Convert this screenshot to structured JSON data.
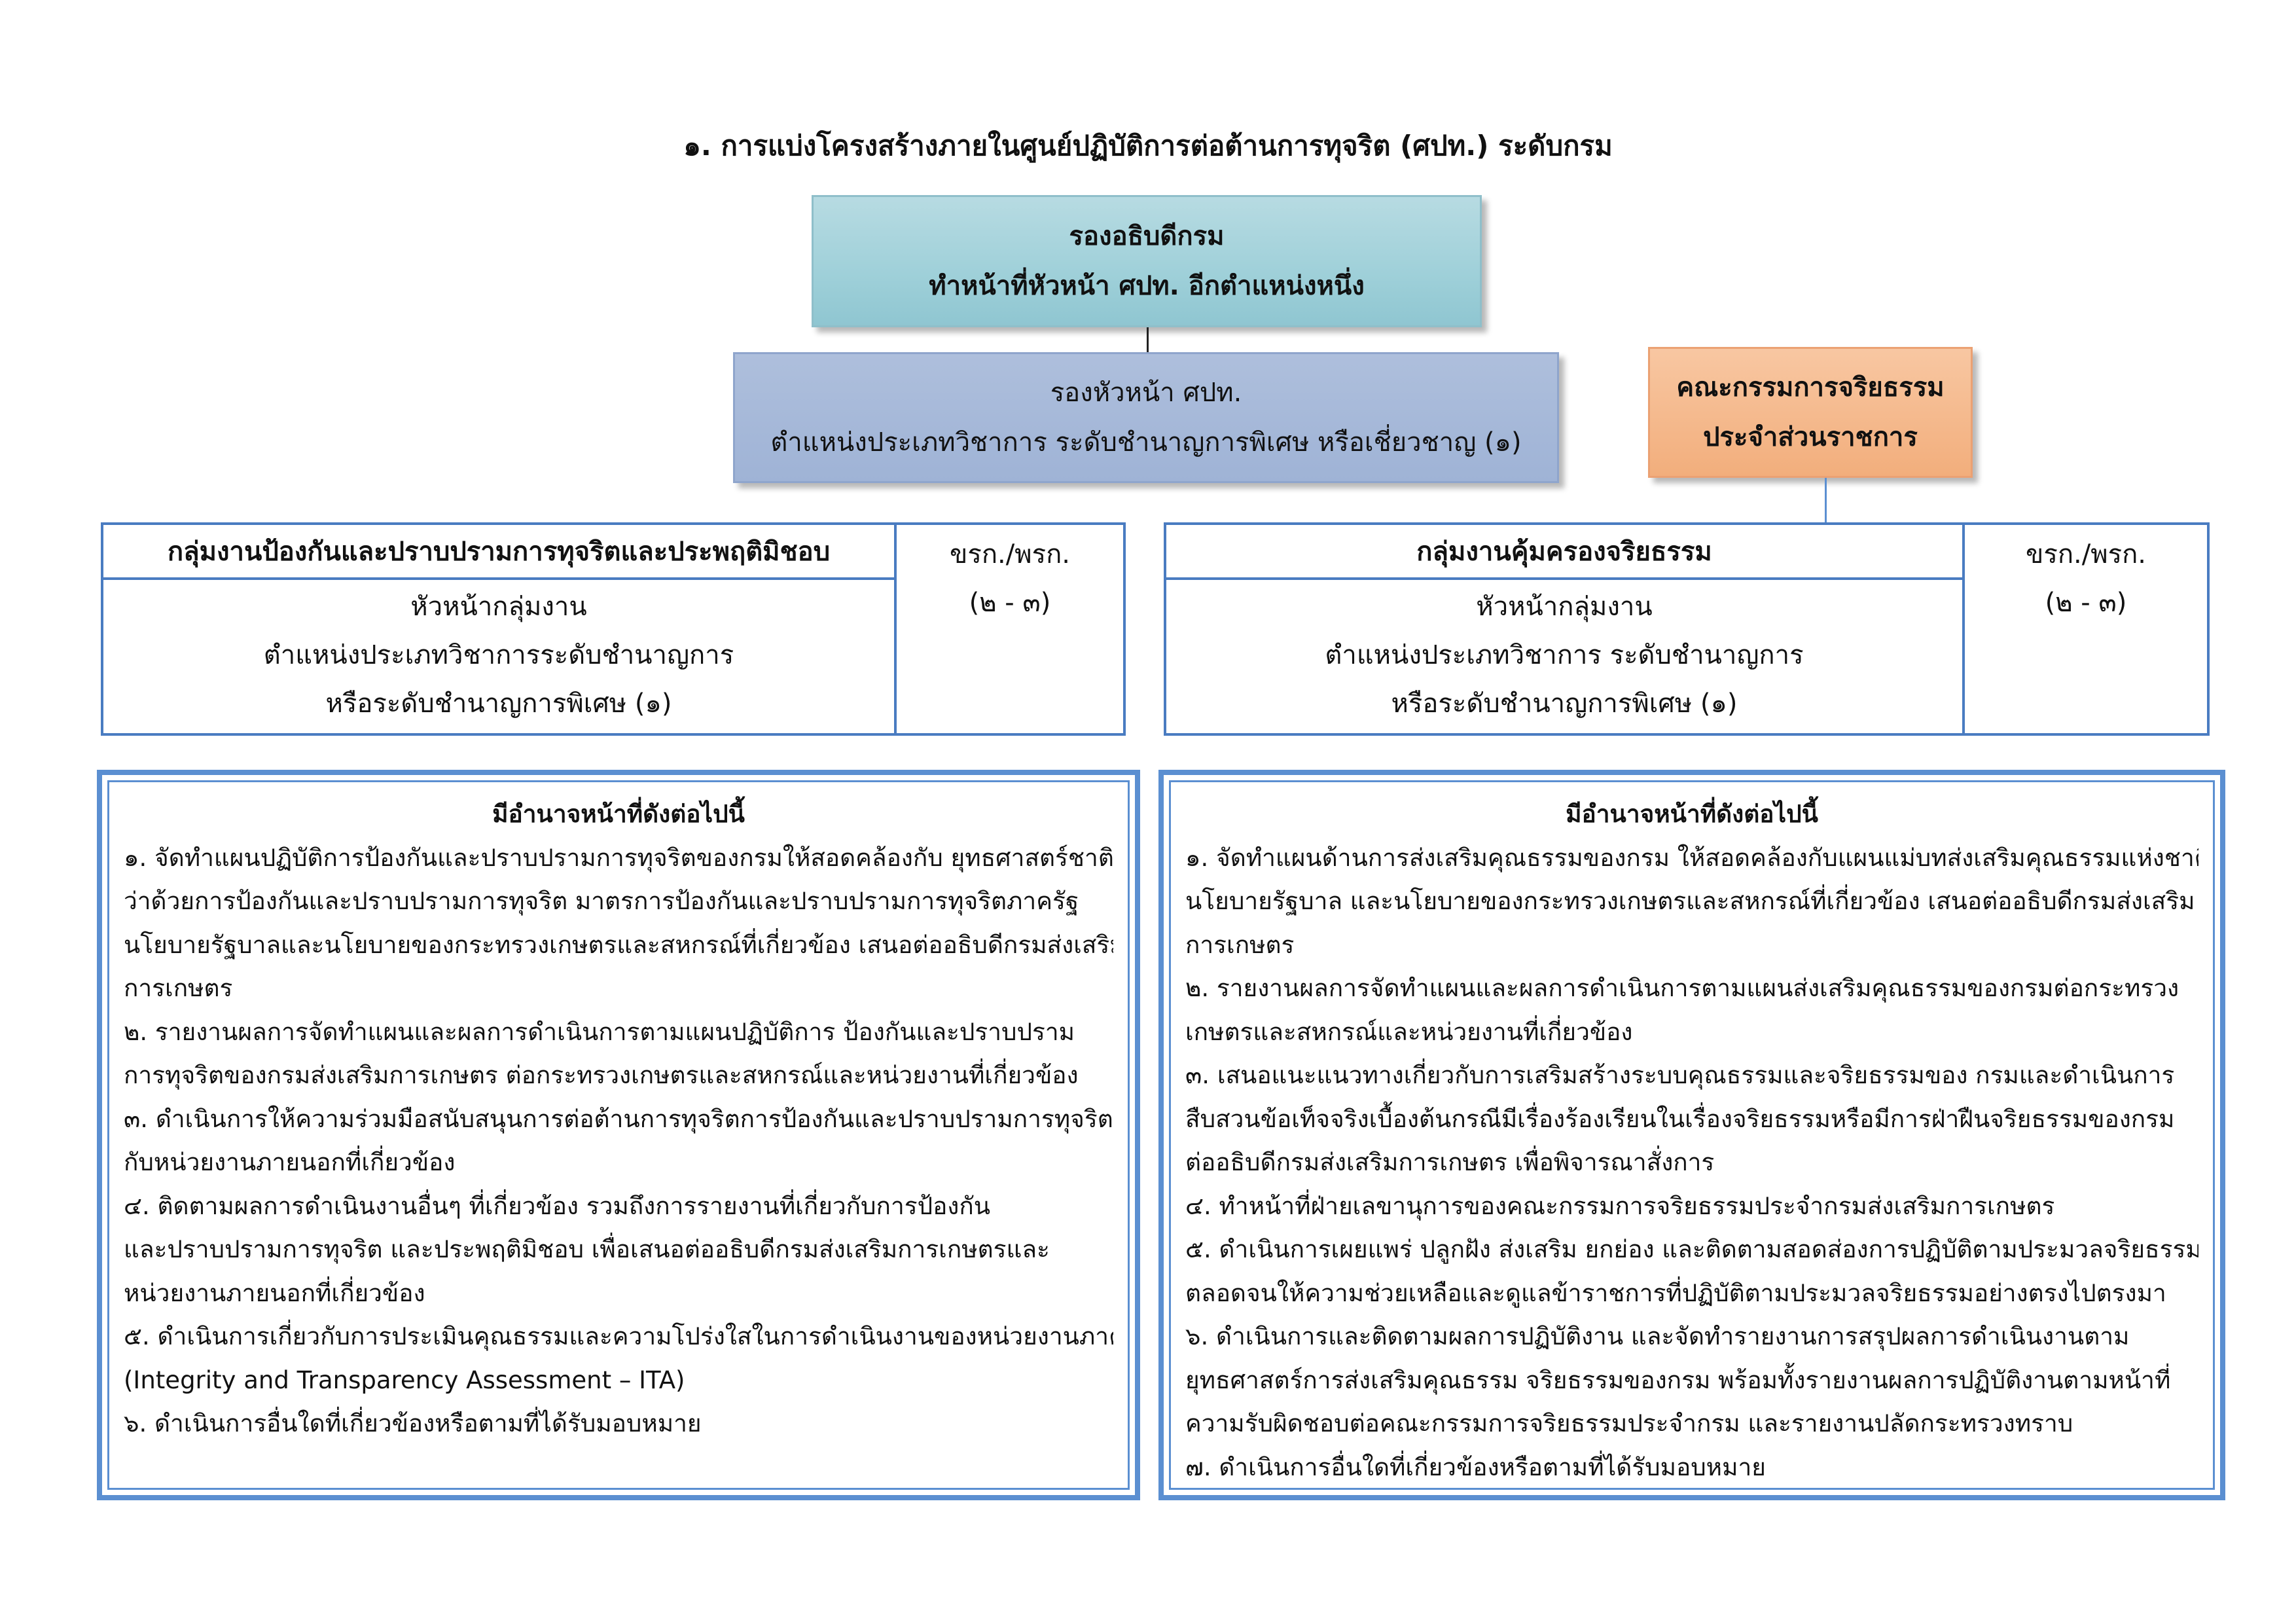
{
  "title": "๑. การแบ่งโครงสร้างภายในศูนย์ปฏิบัติการต่อต้านการทุจริต (ศปท.) ระดับกรม",
  "top_box": {
    "line1": "รองอธิบดีกรม",
    "line2": "ทำหน้าที่หัวหน้า ศปท. อีกตำแหน่งหนึ่ง"
  },
  "deputy_box": {
    "line1": "รองหัวหน้า ศปท.",
    "line2": "ตำแหน่งประเภทวิชาการ ระดับชำนาญการพิเศษ หรือเชี่ยวชาญ (๑)"
  },
  "committee_box": {
    "line1": "คณะกรรมการจริยธรรม",
    "line2": "ประจำส่วนราชการ"
  },
  "left_group": {
    "header": "กลุ่มงานป้องกันและปราบปรามการทุจริตและประพฤติมิชอบ",
    "side_label": "ขรก./พรก.",
    "side_count": "(๒ - ๓)",
    "line1": "หัวหน้ากลุ่มงาน",
    "line2": "ตำแหน่งประเภทวิชาการระดับชำนาญการ",
    "line3": "หรือระดับชำนาญการพิเศษ (๑)"
  },
  "right_group": {
    "header": "กลุ่มงานคุ้มครองจริยธรรม",
    "side_label": "ขรก./พรก.",
    "side_count": "(๒ - ๓)",
    "line1": "หัวหน้ากลุ่มงาน",
    "line2": "ตำแหน่งประเภทวิชาการ ระดับชำนาญการ",
    "line3": "หรือระดับชำนาญการพิเศษ (๑)"
  },
  "left_duties": {
    "heading": "มีอำนาจหน้าที่ดังต่อไปนี้",
    "lines": [
      "๑. จัดทำแผนปฏิบัติการป้องกันและปราบปรามการทุจริตของกรมให้สอดคล้องกับ ยุทธศาสตร์ชาติ",
      "ว่าด้วยการป้องกันและปราบปรามการทุจริต มาตรการป้องกันและปราบปรามการทุจริตภาครัฐ",
      "นโยบายรัฐบาลและนโยบายของกระทรวงเกษตรและสหกรณ์ที่เกี่ยวข้อง เสนอต่ออธิบดีกรมส่งเสริม",
      "การเกษตร",
      "๒. รายงานผลการจัดทำแผนและผลการดำเนินการตามแผนปฏิบัติการ ป้องกันและปราบปราม",
      "การทุจริตของกรมส่งเสริมการเกษตร ต่อกระทรวงเกษตรและสหกรณ์และหน่วยงานที่เกี่ยวข้อง",
      "๓. ดำเนินการให้ความร่วมมือสนับสนุนการต่อต้านการทุจริตการป้องกันและปราบปรามการทุจริต",
      "กับหน่วยงานภายนอกที่เกี่ยวข้อง",
      "๔. ติดตามผลการดำเนินงานอื่นๆ ที่เกี่ยวข้อง รวมถึงการรายงานที่เกี่ยวกับการป้องกัน",
      "และปราบปรามการทุจริต และประพฤติมิชอบ เพื่อเสนอต่ออธิบดีกรมส่งเสริมการเกษตรและ",
      "หน่วยงานภายนอกที่เกี่ยวข้อง",
      "๕. ดำเนินการเกี่ยวกับการประเมินคุณธรรมและความโปร่งใสในการดำเนินงานของหน่วยงานภาครัฐ",
      "(Integrity and Transparency Assessment – ITA)",
      "๖. ดำเนินการอื่นใดที่เกี่ยวข้องหรือตามที่ได้รับมอบหมาย"
    ]
  },
  "right_duties": {
    "heading": "มีอำนาจหน้าที่ดังต่อไปนี้",
    "lines": [
      "๑. จัดทำแผนด้านการส่งเสริมคุณธรรมของกรม ให้สอดคล้องกับแผนแม่บทส่งเสริมคุณธรรมแห่งชาติ",
      "นโยบายรัฐบาล และนโยบายของกระทรวงเกษตรและสหกรณ์ที่เกี่ยวข้อง เสนอต่ออธิบดีกรมส่งเสริม",
      "การเกษตร",
      "๒. รายงานผลการจัดทำแผนและผลการดำเนินการตามแผนส่งเสริมคุณธรรมของกรมต่อกระทรวง",
      "เกษตรและสหกรณ์และหน่วยงานที่เกี่ยวข้อง",
      "๓. เสนอแนะแนวทางเกี่ยวกับการเสริมสร้างระบบคุณธรรมและจริยธรรมของ กรมและดำเนินการ",
      "สืบสวนข้อเท็จจริงเบื้องต้นกรณีมีเรื่องร้องเรียนในเรื่องจริยธรรมหรือมีการฝ่าฝืนจริยธรรมของกรม",
      "ต่ออธิบดีกรมส่งเสริมการเกษตร เพื่อพิจารณาสั่งการ",
      "๔. ทำหน้าที่ฝ่ายเลขานุการของคณะกรรมการจริยธรรมประจำกรมส่งเสริมการเกษตร",
      "๕. ดำเนินการเผยแพร่ ปลูกฝัง ส่งเสริม ยกย่อง และติดตามสอดส่องการปฏิบัติตามประมวลจริยธรรม",
      "ตลอดจนให้ความช่วยเหลือและดูแลข้าราชการที่ปฏิบัติตามประมวลจริยธรรมอย่างตรงไปตรงมา",
      "๖. ดำเนินการและติดตามผลการปฏิบัติงาน และจัดทำรายงานการสรุปผลการดำเนินงานตาม",
      "ยุทธศาสตร์การส่งเสริมคุณธรรม จริยธรรมของกรม พร้อมทั้งรายงานผลการปฏิบัติงานตามหน้าที่",
      "ความรับผิดชอบต่อคณะกรรมการจริยธรรมประจำกรม และรายงานปลัดกระทรวงทราบ",
      "๗. ดำเนินการอื่นใดที่เกี่ยวข้องหรือตามที่ได้รับมอบหมาย"
    ]
  }
}
